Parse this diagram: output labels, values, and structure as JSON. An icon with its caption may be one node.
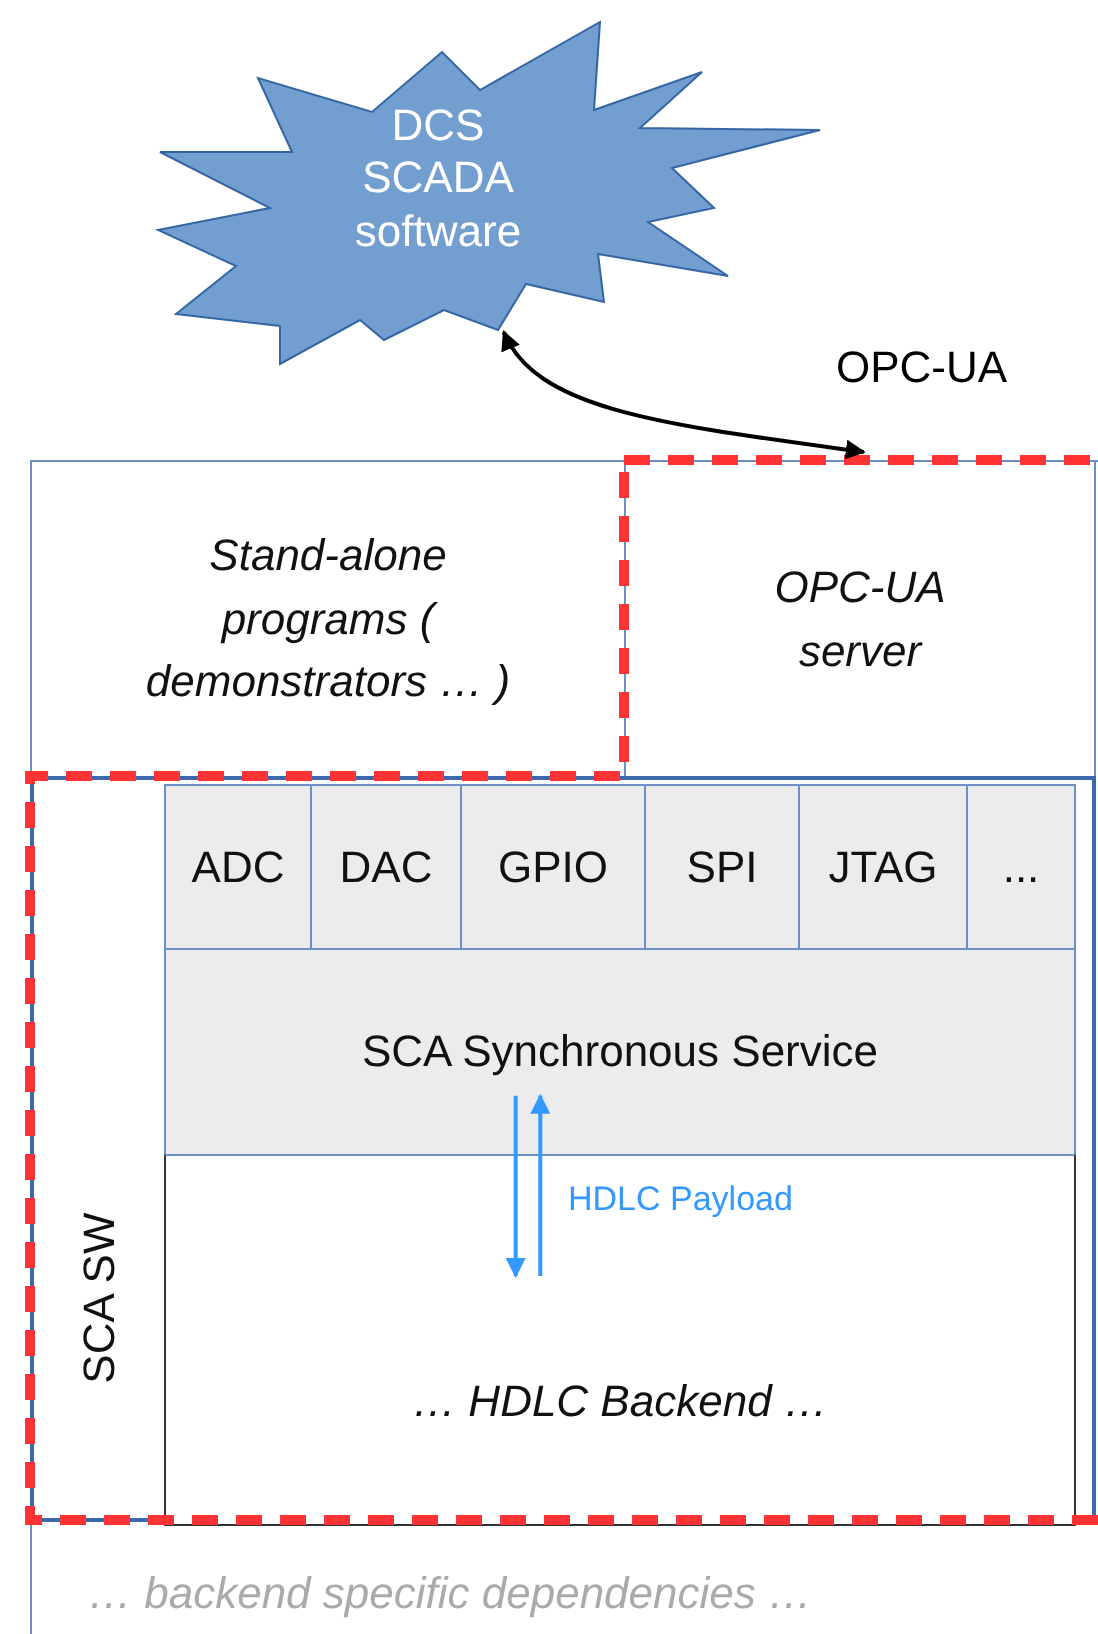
{
  "diagram": {
    "nodes": [
      {
        "text": [
          "DCS SCADA software"
        ]
      },
      {
        "text": [
          "Stand-alone programs ( demonstrators … )"
        ]
      },
      {
        "text": [
          "OPC-UA server"
        ]
      },
      {
        "text": [
          "SCA SW"
        ]
      },
      {
        "text": [
          "ADC"
        ],
        "in": 3
      },
      {
        "text": [
          "DAC"
        ],
        "in": 3
      },
      {
        "text": [
          "GPIO"
        ],
        "in": 3
      },
      {
        "text": [
          "SPI"
        ],
        "in": 3
      },
      {
        "text": [
          "JTAG"
        ],
        "in": 3
      },
      {
        "text": [
          "..."
        ],
        "in": 3
      },
      {
        "text": [
          "SCA Synchronous Service"
        ],
        "in": 3
      },
      {
        "text": [
          "… HDLC Backend …"
        ],
        "in": 3
      }
    ],
    "edges": [
      {
        "from": 0,
        "to": 2,
        "arrow": "both",
        "label": "OPC-UA",
        "color": "#000000"
      },
      {
        "from": 10,
        "to": 11,
        "arrow": "to",
        "color": "#3399ff"
      },
      {
        "from": 11,
        "to": 10,
        "arrow": "to",
        "label": "HDLC Payload",
        "color": "#3399ff"
      }
    ],
    "labels": [
      "… backend specific dependencies …"
    ]
  }
}
